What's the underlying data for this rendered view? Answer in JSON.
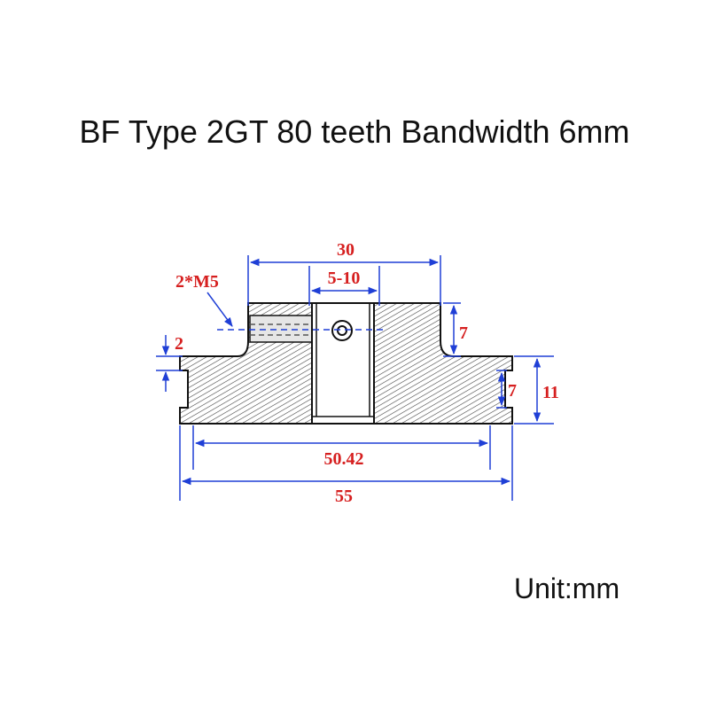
{
  "title": "BF Type 2GT 80 teeth Bandwidth 6mm",
  "unit_label": "Unit:mm",
  "colors": {
    "dimension_line": "#1f3fd6",
    "dimension_text": "#d61f1f",
    "outline": "#111111",
    "hatch": "#444444"
  },
  "dimensions": {
    "hub_width": "30",
    "bore_diameter": "5-10",
    "set_screw": "2*M5",
    "hub_height": "7",
    "flange_step": "2",
    "tooth_width": "7",
    "total_height": "11",
    "tooth_pitch_diameter": "50.42",
    "outer_diameter": "55"
  }
}
